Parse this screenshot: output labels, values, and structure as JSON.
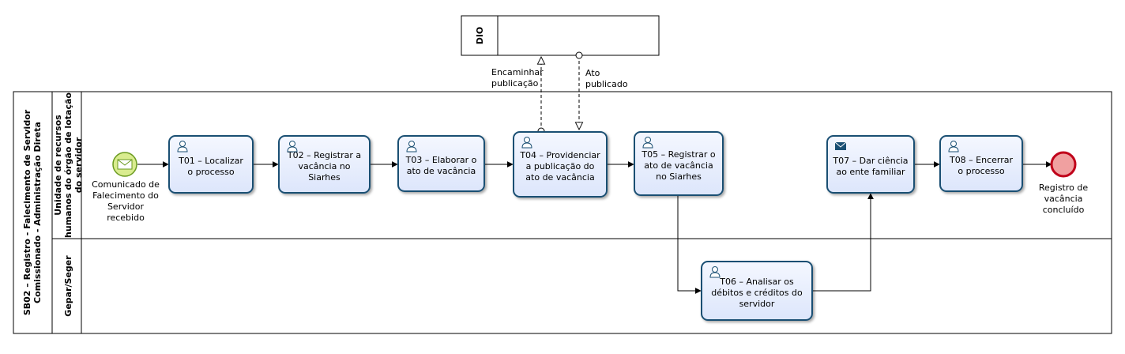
{
  "external_pool": {
    "name": "DIO"
  },
  "pool": {
    "name": "SB02 – Registro - Falecimento de Servidor Comissionado - Administração Direta"
  },
  "lanes": [
    {
      "name": "Unidade de recursos humanos do órgão de lotação do servidor"
    },
    {
      "name": "Gepar/Seger"
    }
  ],
  "start_event": {
    "label": "Comunicado de Falecimento do Servidor recebido"
  },
  "end_event": {
    "label": "Registro de vacância concluído"
  },
  "tasks": [
    {
      "id": "T01",
      "label": "T01 – Localizar o processo",
      "icon": "user-icon"
    },
    {
      "id": "T02",
      "label": "T02 – Registrar a vacância no Siarhes",
      "icon": "user-icon"
    },
    {
      "id": "T03",
      "label": "T03 – Elaborar o ato de vacância",
      "icon": "user-icon"
    },
    {
      "id": "T04",
      "label": "T04 – Providenciar a publicação do ato de vacância",
      "icon": "user-icon"
    },
    {
      "id": "T05",
      "label": "T05 – Registrar o ato de vacância no Siarhes",
      "icon": "user-icon"
    },
    {
      "id": "T06",
      "label": "T06 – Analisar os débitos e créditos do servidor",
      "icon": "user-icon"
    },
    {
      "id": "T07",
      "label": "T07 – Dar ciência ao ente familiar",
      "icon": "envelope-icon"
    },
    {
      "id": "T08",
      "label": "T08 – Encerrar o processo",
      "icon": "user-icon"
    }
  ],
  "message_flows": [
    {
      "label": "Encaminhar publicação"
    },
    {
      "label": "Ato publicado"
    }
  ],
  "colors": {
    "task_border": "#1a4f73",
    "start_event_fill": "#d9ec8f",
    "end_event_fill": "#f0a0a0",
    "end_event_border": "#c0001a"
  }
}
